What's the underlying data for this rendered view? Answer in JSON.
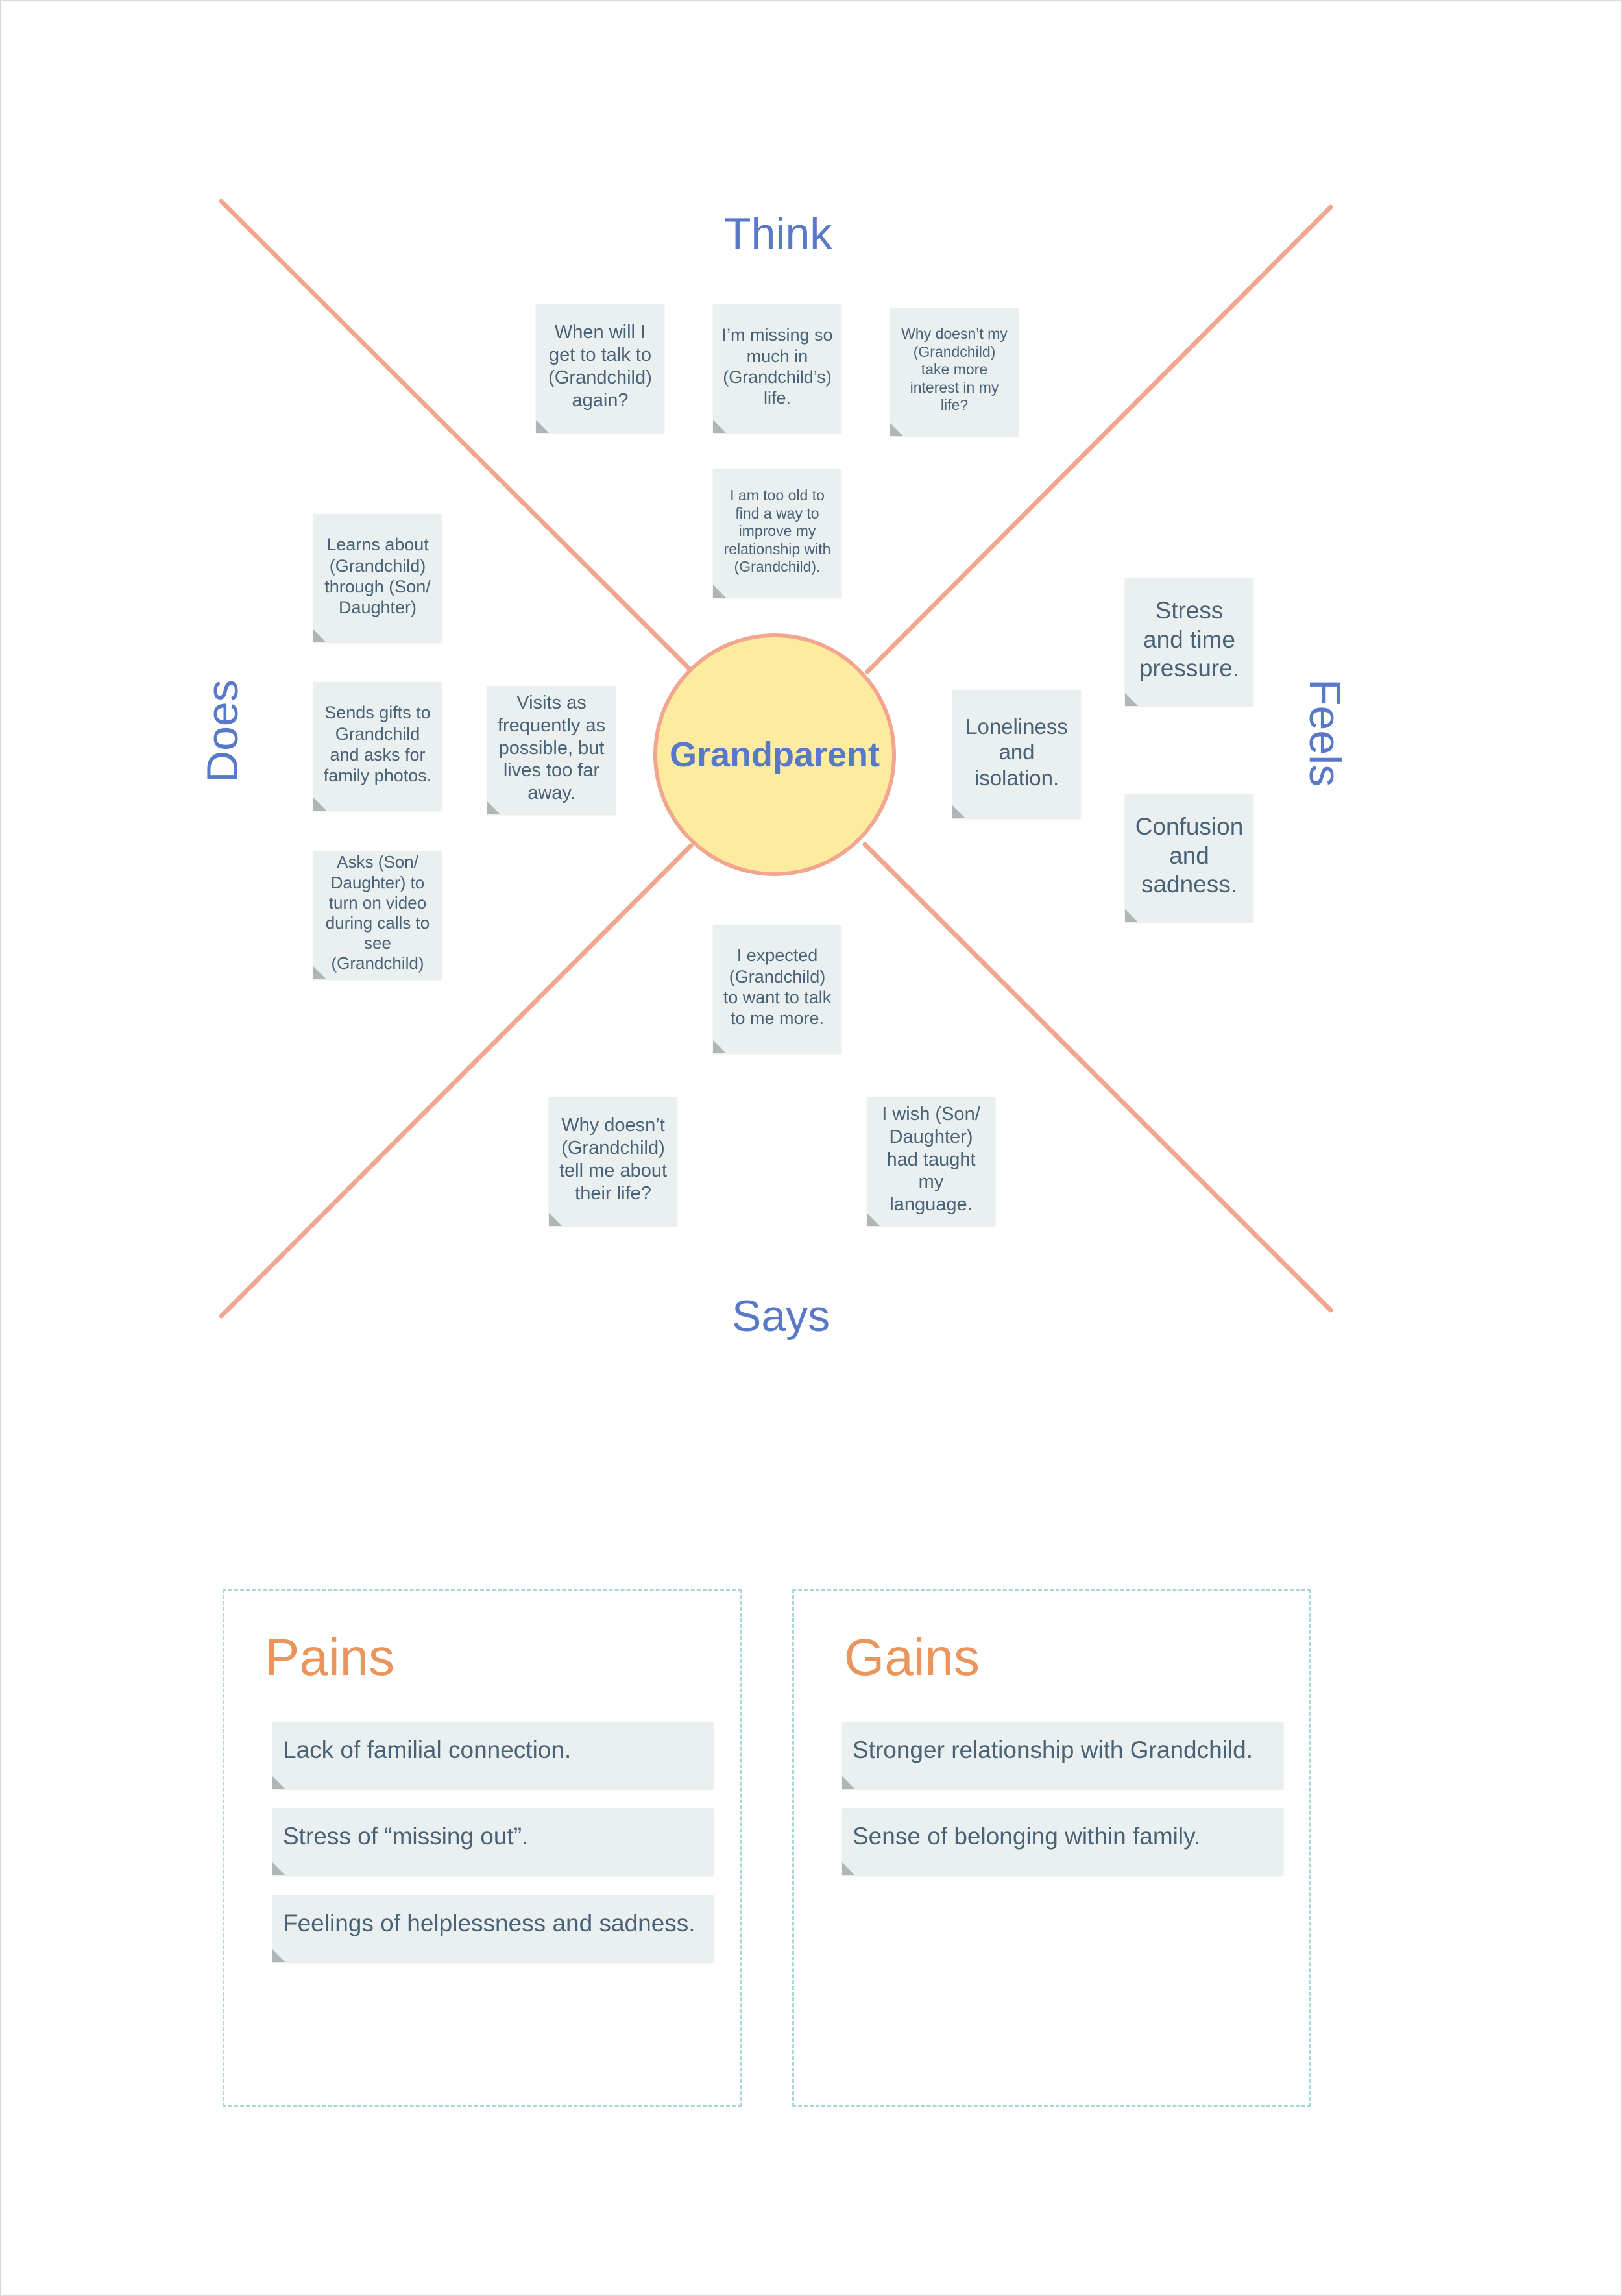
{
  "colors": {
    "accent_blue": "#5878c8",
    "line_orange": "#f2a68f",
    "center_fill": "#fdeba0",
    "note_fill": "#e9f0ef",
    "pain_gain_orange": "#e9955c",
    "panel_border": "#a8d8d3"
  },
  "quadrants": {
    "think": "Think",
    "says": "Says",
    "does": "Does",
    "feels": "Feels"
  },
  "center_label": "Grandparent",
  "notes": {
    "think_1": "When will I get to talk to (Grandchild) again?",
    "think_2": "I’m missing so much in (Grandchild’s) life.",
    "think_3": "Why doesn’t my (Grandchild) take more interest in my life?",
    "think_4": "I am too old to find a way to improve my relationship with (Grandchild).",
    "does_1": "Learns about (Grandchild) through (Son/ Daughter)",
    "does_2": "Sends gifts to Grandchild and asks for family photos.",
    "does_3": "Asks (Son/ Daughter) to turn on video during calls to see (Grandchild)",
    "does_4": "Visits as frequently as possible, but lives too far away.",
    "feels_1": "Loneliness and isolation.",
    "feels_2": "Stress and time pressure.",
    "feels_3": "Confusion and sadness.",
    "says_1": "I expected (Grandchild) to want to talk to me more.",
    "says_2": "Why doesn’t (Grandchild) tell me about their life?",
    "says_3": "I wish (Son/ Daughter) had taught my language."
  },
  "pains": {
    "title": "Pains",
    "items": [
      "Lack of familial connection.",
      "Stress of “missing out”.",
      "Feelings of helplessness and sadness."
    ]
  },
  "gains": {
    "title": "Gains",
    "items": [
      "Stronger relationship with Grandchild.",
      "Sense of belonging within family."
    ]
  }
}
